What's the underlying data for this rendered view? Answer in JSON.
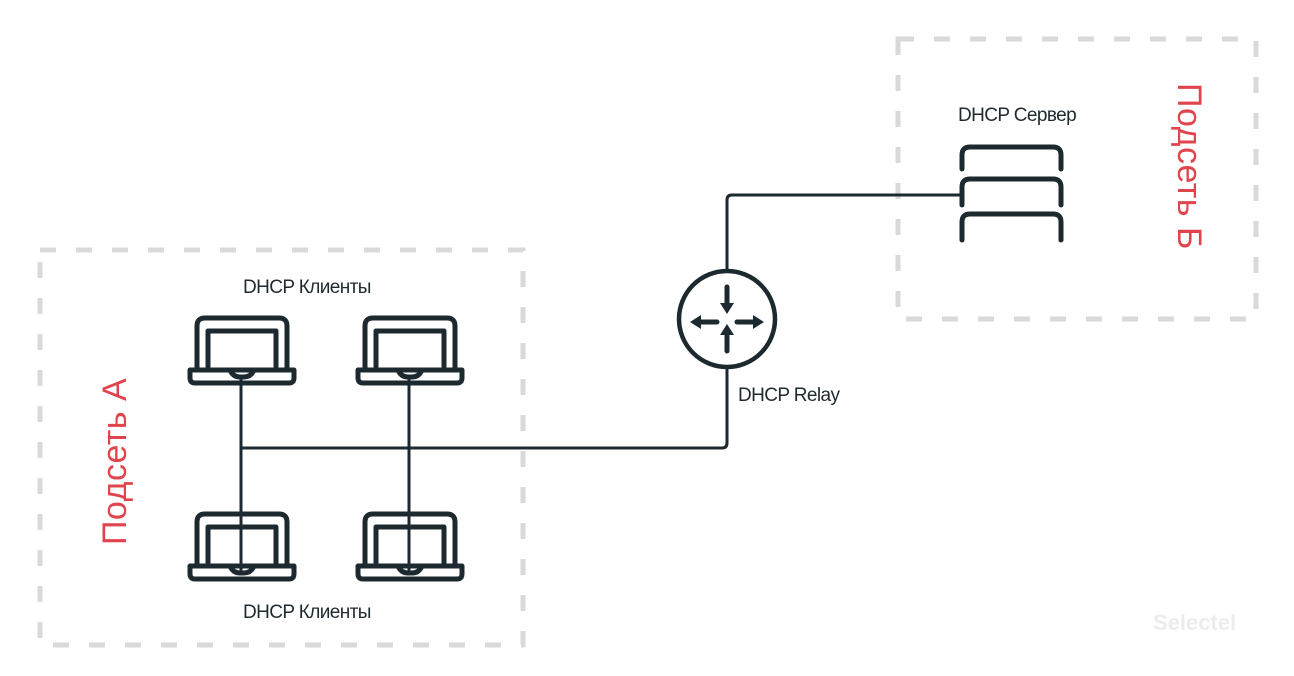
{
  "diagram": {
    "subnet_a": {
      "label": "Подсеть А"
    },
    "subnet_b": {
      "label": "Подсеть Б"
    },
    "clients_top": {
      "label": "DHCP Клиенты"
    },
    "clients_bottom": {
      "label": "DHCP Клиенты"
    },
    "relay": {
      "label": "DHCP Relay"
    },
    "server": {
      "label": "DHCP Сервер"
    },
    "watermark": "Selectel",
    "colors": {
      "accent": "#e0444d",
      "stroke": "#1c2a30",
      "dash": "#d9d9d9"
    },
    "icons": [
      "laptop-icon",
      "router-icon",
      "server-stack-icon"
    ]
  }
}
